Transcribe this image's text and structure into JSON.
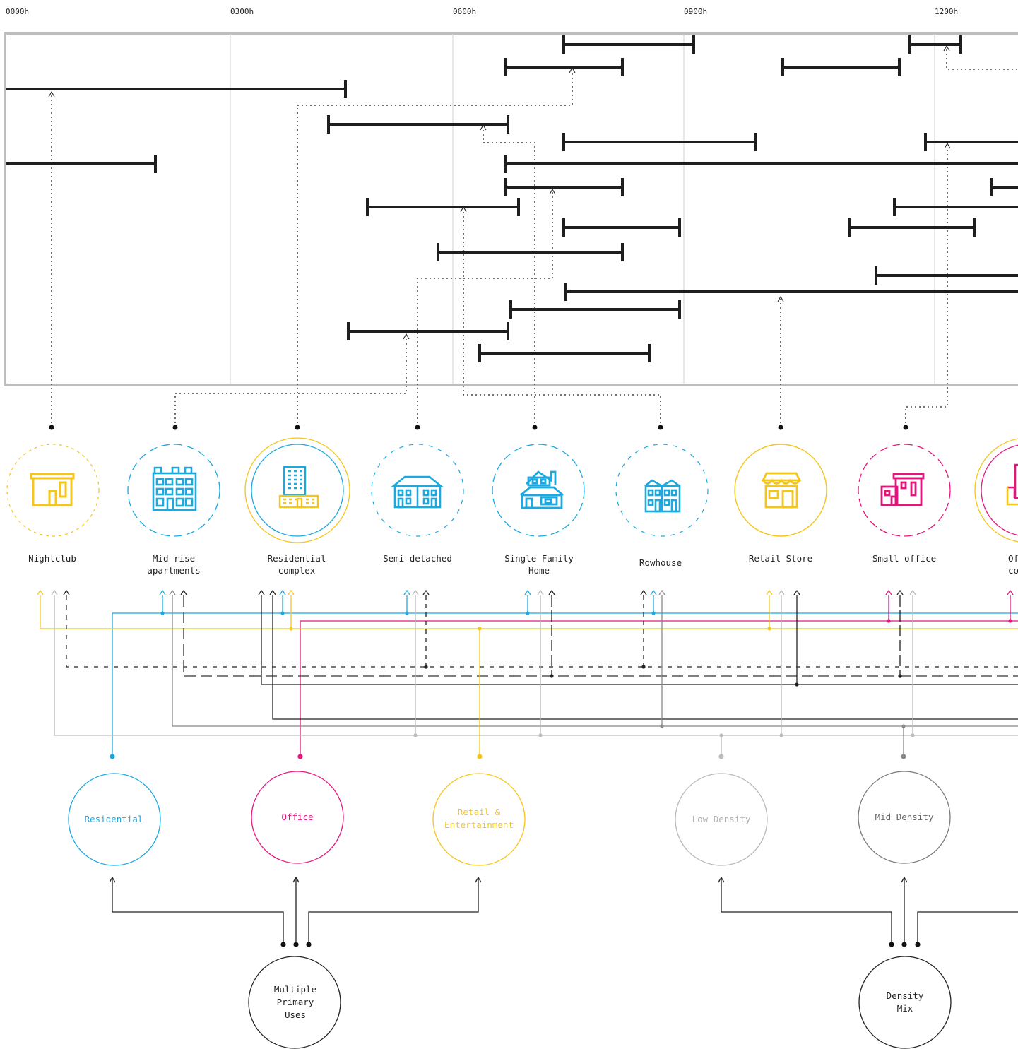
{
  "time_axis": {
    "ticks": [
      "0000h",
      "0300h",
      "0600h",
      "0900h",
      "1200h"
    ]
  },
  "colors": {
    "residential": "#1ba9e0",
    "office": "#e6157e",
    "retail": "#f5c518",
    "low_density": "#b8b8b8",
    "mid_density": "#7a7a7a",
    "high_density": "#222222",
    "axis": "#bdbdbd"
  },
  "building_types": [
    {
      "id": "nightclub",
      "lines": [
        "Nightclub"
      ],
      "icon": "nightclub-icon",
      "icon_color": "#f5c518"
    },
    {
      "id": "midrise",
      "lines": [
        "Mid-rise",
        "apartments"
      ],
      "icon": "apartment-building-icon",
      "icon_color": "#1ba9e0"
    },
    {
      "id": "rescomplex",
      "lines": [
        "Residential",
        "complex"
      ],
      "icon": "residential-tower-icon",
      "icon_color": "#1ba9e0"
    },
    {
      "id": "semidetached",
      "lines": [
        "Semi-detached"
      ],
      "icon": "semi-detached-house-icon",
      "icon_color": "#1ba9e0"
    },
    {
      "id": "singlefamily",
      "lines": [
        "Single Family",
        "Home"
      ],
      "icon": "single-family-house-icon",
      "icon_color": "#1ba9e0"
    },
    {
      "id": "rowhouse",
      "lines": [
        "Rowhouse"
      ],
      "icon": "rowhouse-icon",
      "icon_color": "#1ba9e0"
    },
    {
      "id": "retail",
      "lines": [
        "Retail Store"
      ],
      "icon": "storefront-icon",
      "icon_color": "#f5c518"
    },
    {
      "id": "smalloffice",
      "lines": [
        "Small office"
      ],
      "icon": "small-office-icon",
      "icon_color": "#e6157e"
    },
    {
      "id": "officecomplex",
      "lines": [
        "Of",
        "co"
      ],
      "icon": "office-tower-icon",
      "icon_color": "#e6157e"
    }
  ],
  "categories": [
    {
      "id": "residential",
      "lines": [
        "Residential"
      ],
      "color": "#1ba9e0"
    },
    {
      "id": "office",
      "lines": [
        "Office"
      ],
      "color": "#e6157e"
    },
    {
      "id": "retail",
      "lines": [
        "Retail &",
        "Entertainment"
      ],
      "color": "#f5c518"
    },
    {
      "id": "low",
      "lines": [
        "Low Density"
      ],
      "color": "#b8b8b8"
    },
    {
      "id": "mid",
      "lines": [
        "Mid Density"
      ],
      "color": "#7a7a7a"
    }
  ],
  "roots": [
    {
      "id": "multiple",
      "lines": [
        "Multiple",
        "Primary",
        "Uses"
      ]
    },
    {
      "id": "density",
      "lines": [
        "Density",
        "Mix"
      ]
    }
  ]
}
